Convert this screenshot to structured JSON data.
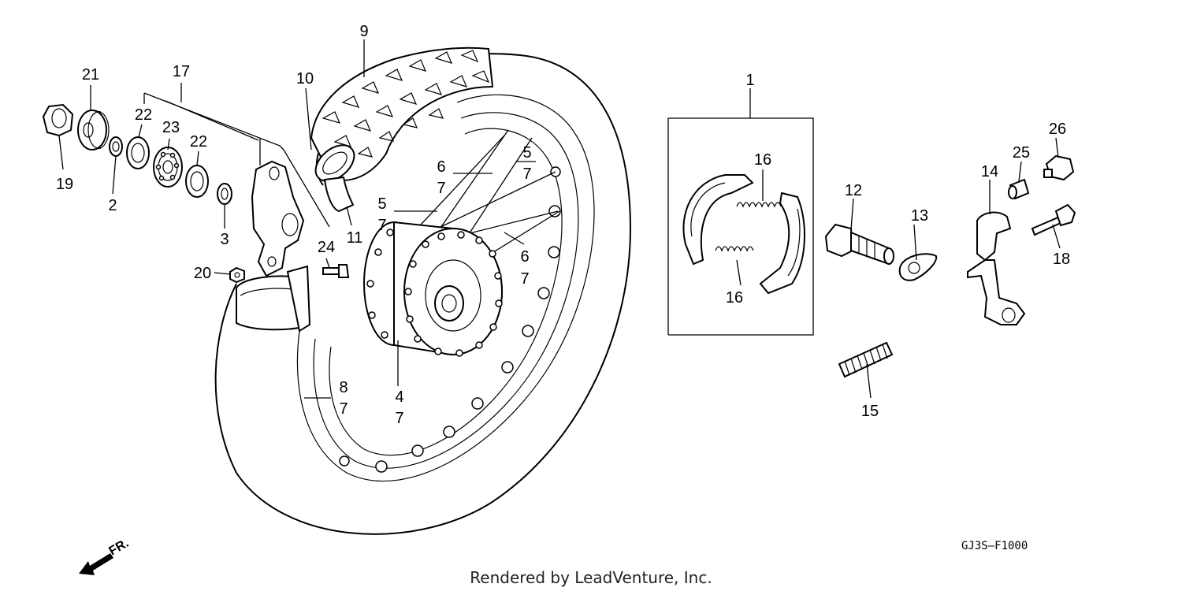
{
  "callouts": {
    "c1": "1",
    "c2": "2",
    "c3": "3",
    "c4": "4",
    "c4b": "7",
    "c5a": "5",
    "c5a7": "7",
    "c5b": "5",
    "c5b7": "7",
    "c6a": "6",
    "c6a7": "7",
    "c6b": "6",
    "c6b7": "7",
    "c8": "8",
    "c8b": "7",
    "c9": "9",
    "c10": "10",
    "c11": "11",
    "c12": "12",
    "c13": "13",
    "c14": "14",
    "c15": "15",
    "c16a": "16",
    "c16b": "16",
    "c17": "17",
    "c18": "18",
    "c19": "19",
    "c20": "20",
    "c21": "21",
    "c22a": "22",
    "c22b": "22",
    "c23": "23",
    "c24": "24",
    "c25": "25",
    "c26": "26"
  },
  "diagram_code": "GJ3S–F1000",
  "credit": "Rendered by LeadVenture, Inc.",
  "direction_label": "FR.",
  "icons": {
    "direction": "front-arrow-icon"
  }
}
